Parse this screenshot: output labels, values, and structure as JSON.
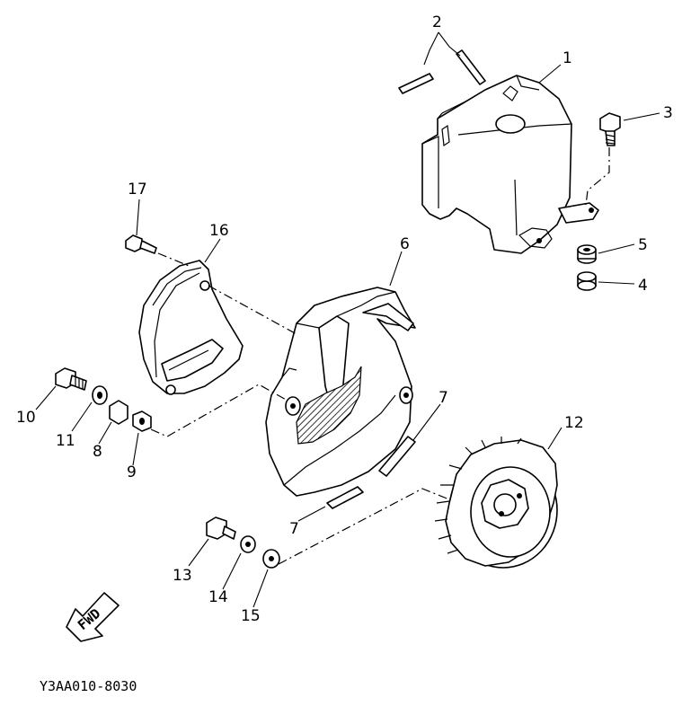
{
  "diagram": {
    "figure_code": "Y3AA010-8030",
    "fwd_label": "FWD",
    "callouts": {
      "p1": "1",
      "p2": "2",
      "p3": "3",
      "p4": "4",
      "p5": "5",
      "p6": "6",
      "p7a": "7",
      "p7b": "7",
      "p8": "8",
      "p9": "9",
      "p10": "10",
      "p11": "11",
      "p12": "12",
      "p13": "13",
      "p14": "14",
      "p15": "15",
      "p16": "16",
      "p17": "17"
    }
  }
}
